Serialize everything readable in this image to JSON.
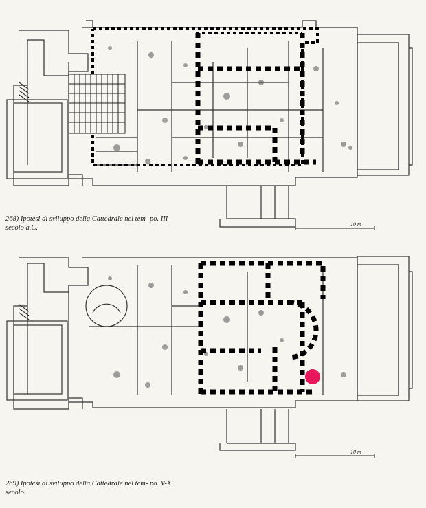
{
  "figures": [
    {
      "id": "268",
      "caption": "268) Ipotesi di sviluppo della Cattedrale nel tem- po. III secolo a.C.",
      "scale_label": "10 m"
    },
    {
      "id": "269",
      "caption": "269) Ipotesi di sviluppo della Cattedrale nel tem- po. V-X secolo.",
      "scale_label": "10 m",
      "marker_color": "#e8175d"
    }
  ]
}
